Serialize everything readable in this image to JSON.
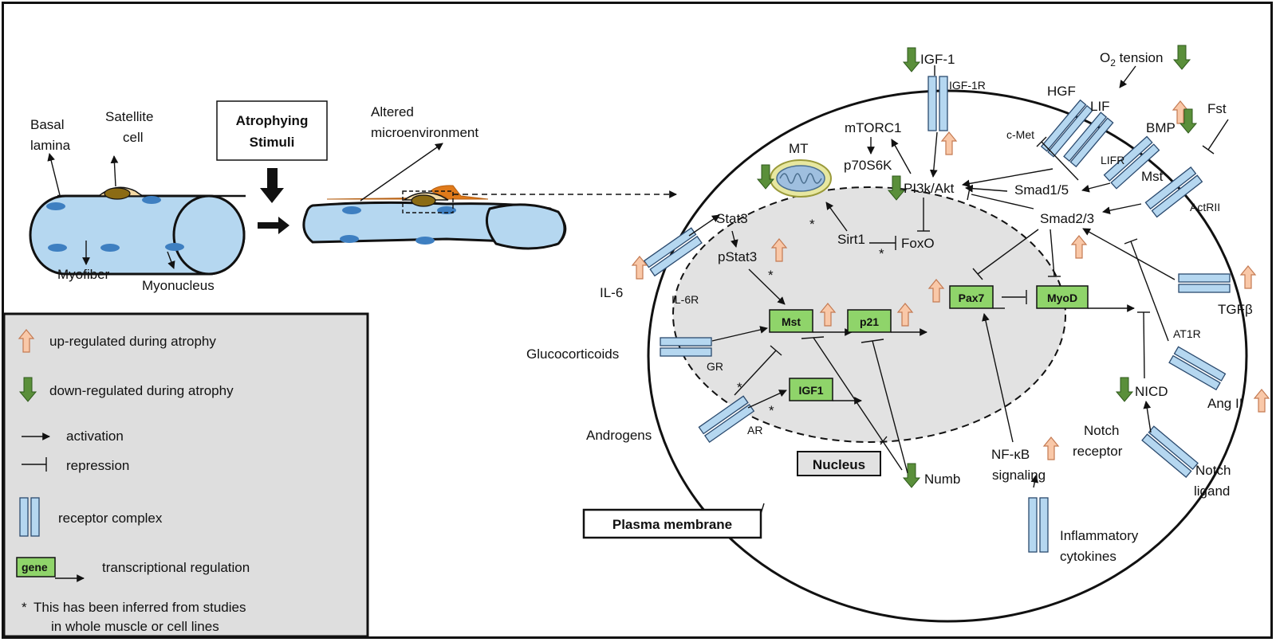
{
  "stage": {
    "basal_lamina": [
      "Basal",
      "lamina"
    ],
    "satellite_cell": [
      "Satellite",
      "cell"
    ],
    "myofiber": "Myofiber",
    "myonucleus": "Myonucleus",
    "atrophying_stimuli": [
      "Atrophying",
      "Stimuli"
    ],
    "altered_microenvironment": [
      "Altered",
      "microenvironment"
    ]
  },
  "legend": {
    "up": "up-regulated during atrophy",
    "down": "down-regulated during atrophy",
    "activation": "activation",
    "repression": "repression",
    "receptor": "receptor complex",
    "gene_label": "gene",
    "transcription": "transcriptional regulation",
    "note_star": "*",
    "note_line1": "This has been inferred from studies",
    "note_line2": "in whole muscle or cell lines"
  },
  "cell": {
    "plasma_membrane": "Plasma membrane",
    "nucleus": "Nucleus",
    "star": "*"
  },
  "genes": {
    "mst": "Mst",
    "p21": "p21",
    "pax7": "Pax7",
    "myod": "MyoD",
    "igf1": "IGF1"
  },
  "labels": {
    "igf1_ligand": "IGF-1",
    "igf1r": "IGF-1R",
    "o2_o": "O",
    "o2_sub": "2",
    "o2_rest": " tension",
    "hgf": "HGF",
    "lif": "LIF",
    "cmet": "c-Met",
    "lifr": "LIFR",
    "bmp": "BMP",
    "fst": "Fst",
    "mst_ext": "Mst",
    "actrii": "ActRII",
    "mtorc1": "mTORC1",
    "p70s6k": "p70S6K",
    "pi3k": "PI3k/Akt",
    "smad15": "Smad1/5",
    "smad23": "Smad2/3",
    "mt": "MT",
    "stat3": "Stat3",
    "pstat3": "pStat3",
    "sirt1": "Sirt1",
    "foxo": "FoxO",
    "il6": "IL-6",
    "il6r": "IL-6R",
    "tgfb": "TGFβ",
    "at1r": "AT1R",
    "angii": "Ang II",
    "glucocorticoids": "Glucocorticoids",
    "gr": "GR",
    "androgens": "Androgens",
    "ar": "AR",
    "nicd": "NICD",
    "notch_receptor": [
      "Notch",
      "receptor"
    ],
    "notch_ligand": [
      "Notch",
      "ligand"
    ],
    "nfkb": [
      "NF-κB",
      "signaling"
    ],
    "numb": "Numb",
    "inflammatory": [
      "Inflammatory",
      "cytokines"
    ]
  },
  "colors": {
    "up_arrow": "#f9c8a8",
    "down_arrow": "#5a8f3a",
    "receptor": "#b5d7f0",
    "gene": "#8fd46a",
    "nucleus": "#e2e2e2",
    "legend_bg": "#dedede",
    "myofiber": "#b5d7f0",
    "niche": "#e07a1a"
  }
}
